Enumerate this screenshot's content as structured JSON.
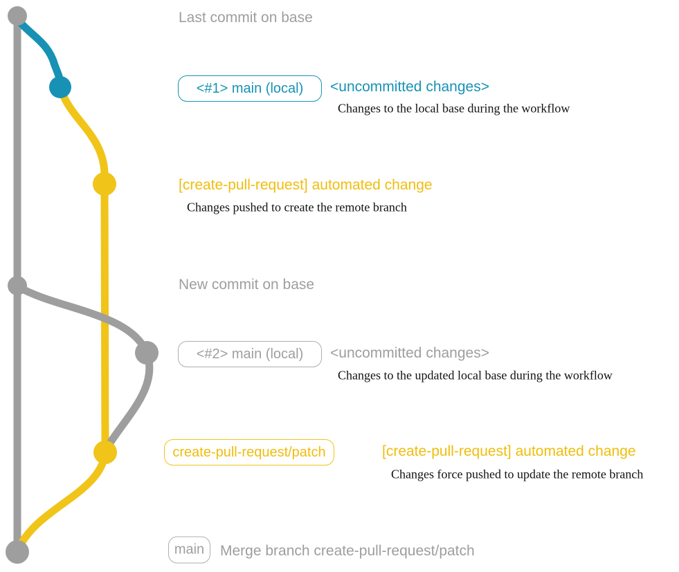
{
  "colors": {
    "base_gray": "#9e9e9e",
    "local_blue": "#1792b5",
    "branch_yellow": "#f0c419",
    "yellow_text": "#f0bd0d",
    "note_black": "#121212",
    "box_border_gray": "#aeaeae"
  },
  "graph": {
    "branches": [
      {
        "name": "base",
        "color": "#9e9e9e"
      },
      {
        "name": "main (local)",
        "color": "#1792b5"
      },
      {
        "name": "create-pull-request/patch",
        "color": "#f0c419"
      }
    ],
    "commit_count": 7
  },
  "labels": {
    "last_commit": "Last commit on base",
    "branch1": {
      "tag": "<#1> main (local)",
      "title": "<uncommitted changes>",
      "subtitle": "Changes to the local base during the workflow"
    },
    "push1": {
      "title": "[create-pull-request] automated change",
      "subtitle": "Changes pushed to create the remote branch"
    },
    "new_commit": "New commit on base",
    "branch2": {
      "tag": "<#2> main (local)",
      "title": "<uncommitted changes>",
      "subtitle": "Changes to the updated local base during the workflow"
    },
    "push2": {
      "tag": "create-pull-request/patch",
      "title": "[create-pull-request] automated change",
      "subtitle": "Changes force pushed to update the remote branch"
    },
    "merge": {
      "tag": "main",
      "title": "Merge branch create-pull-request/patch"
    }
  }
}
